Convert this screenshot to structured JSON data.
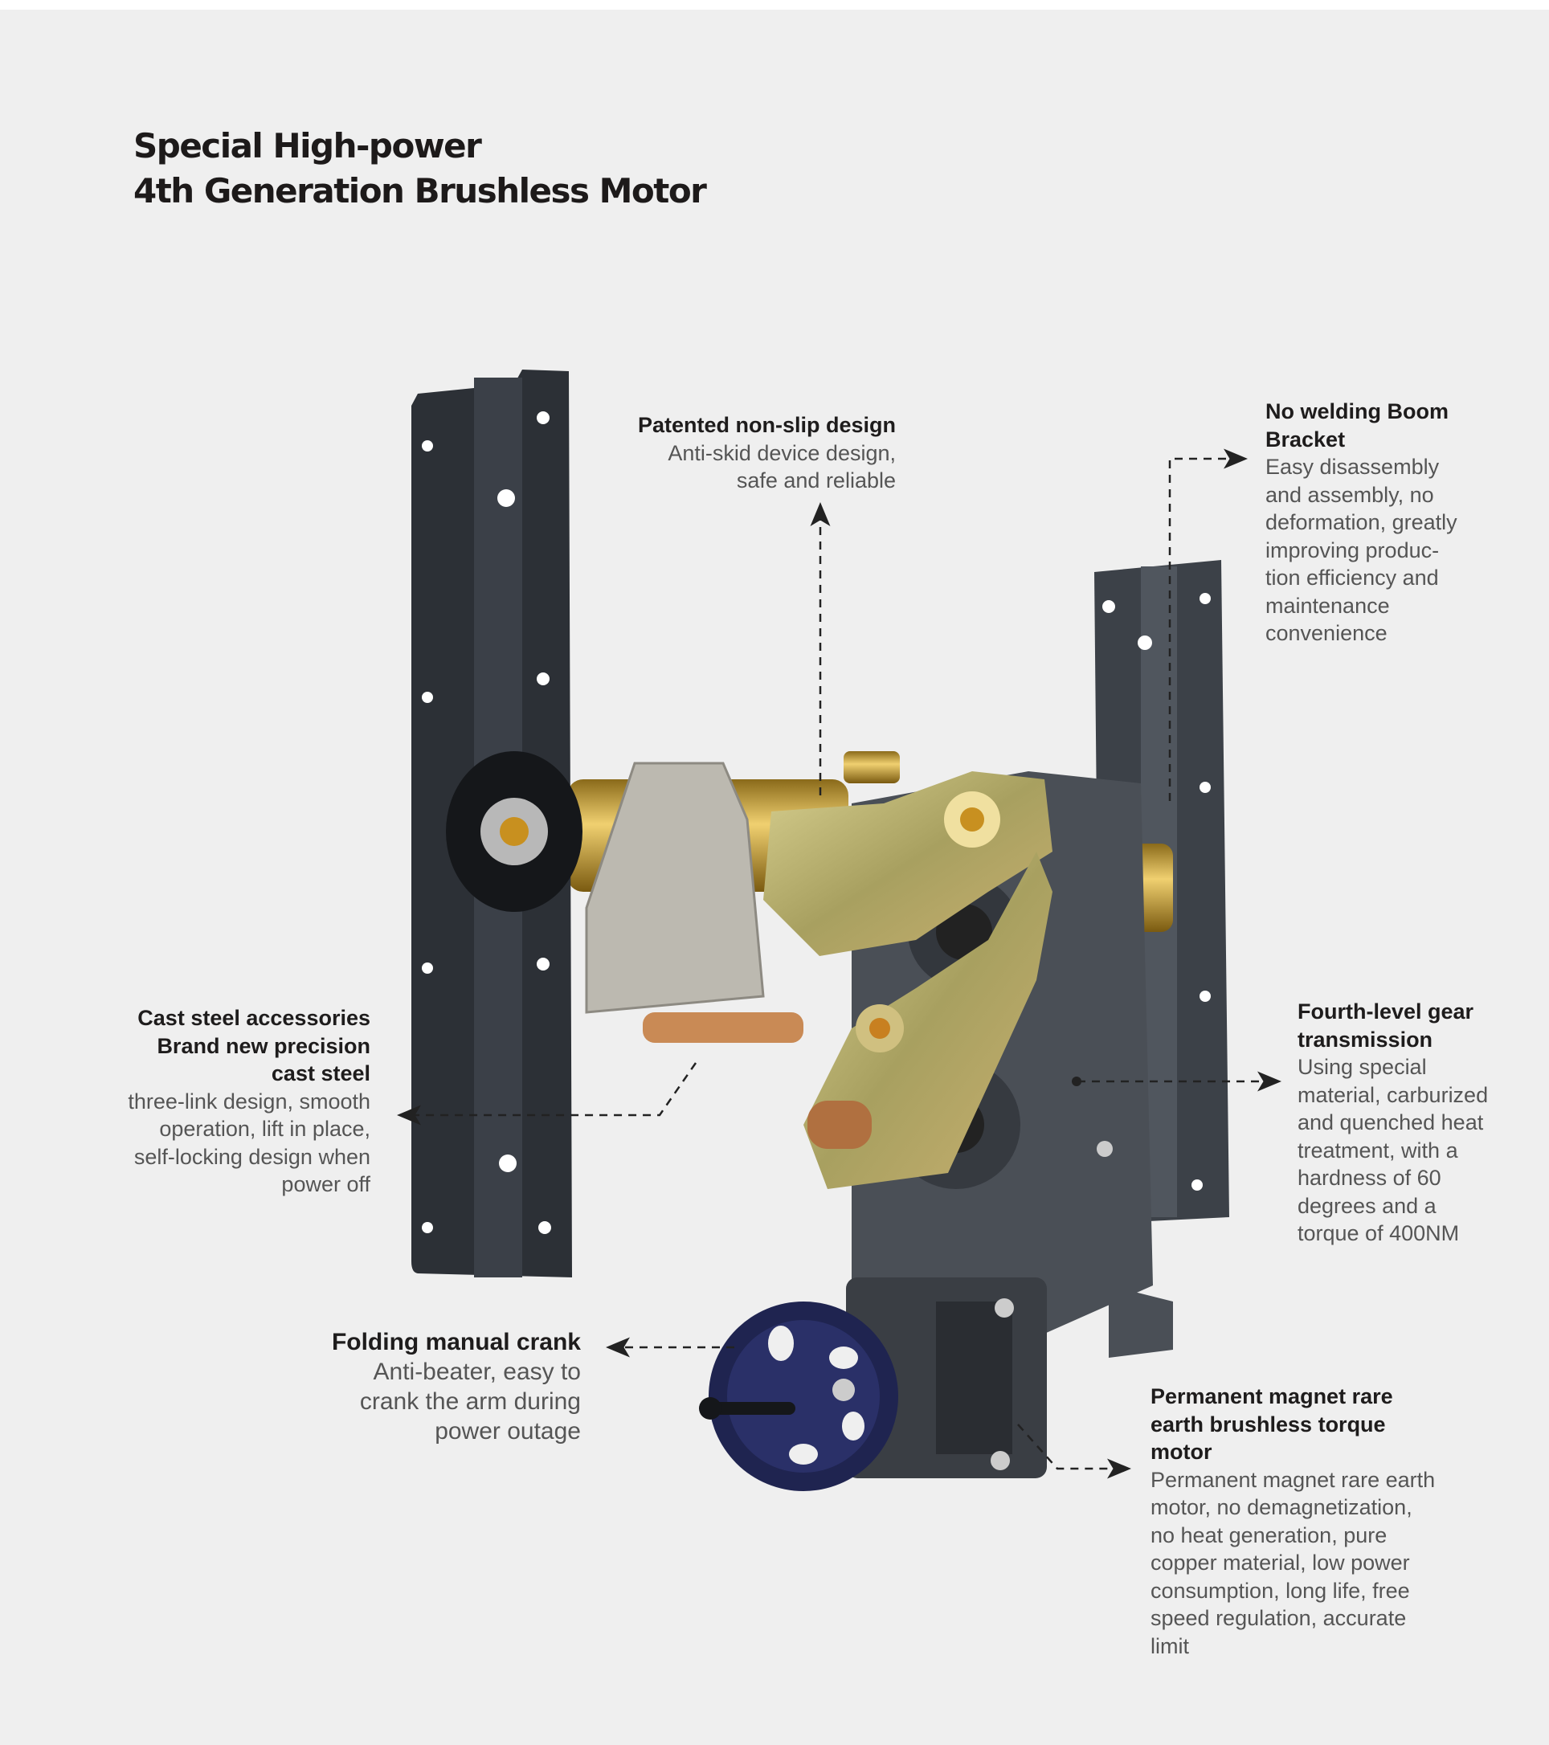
{
  "title": {
    "line1": "Special High-power",
    "line2": "4th Generation Brushless Motor"
  },
  "features": {
    "non_slip": {
      "heading": "Patented non-slip design",
      "body": "Anti-skid device design,\nsafe and reliable"
    },
    "boom_bracket": {
      "heading": "No welding Boom\nBracket",
      "body": "Easy disassembly\nand assembly, no\ndeformation, greatly\nimproving produc-\ntion efficiency and\nmaintenance\nconvenience"
    },
    "cast_steel": {
      "heading": "Cast steel  accessories\nBrand new precision\ncast steel",
      "body": "three-link design, smooth\noperation, lift in place,\nself-locking design when\npower off"
    },
    "gear": {
      "heading": "Fourth-level gear\ntransmission",
      "body": "Using special\nmaterial, carburized\nand quenched heat\ntreatment, with a\nhardness of 60\ndegrees and a\ntorque of 400NM"
    },
    "crank": {
      "heading": "Folding manual crank",
      "body": "Anti-beater, easy to\ncrank the arm during\npower outage"
    },
    "motor": {
      "heading": "Permanent magnet rare\nearth brushless torque\nmotor",
      "body": "Permanent magnet rare earth\nmotor, no demagnetization,\nno heat generation, pure\ncopper material, low power\nconsumption, long life, free\nspeed regulation, accurate\nlimit"
    }
  },
  "colors": {
    "background": "#efefef",
    "bracket": "#2c3036",
    "gearbox": "#4a4f56",
    "brass": "#c9a233",
    "crank": "#1f2450"
  }
}
